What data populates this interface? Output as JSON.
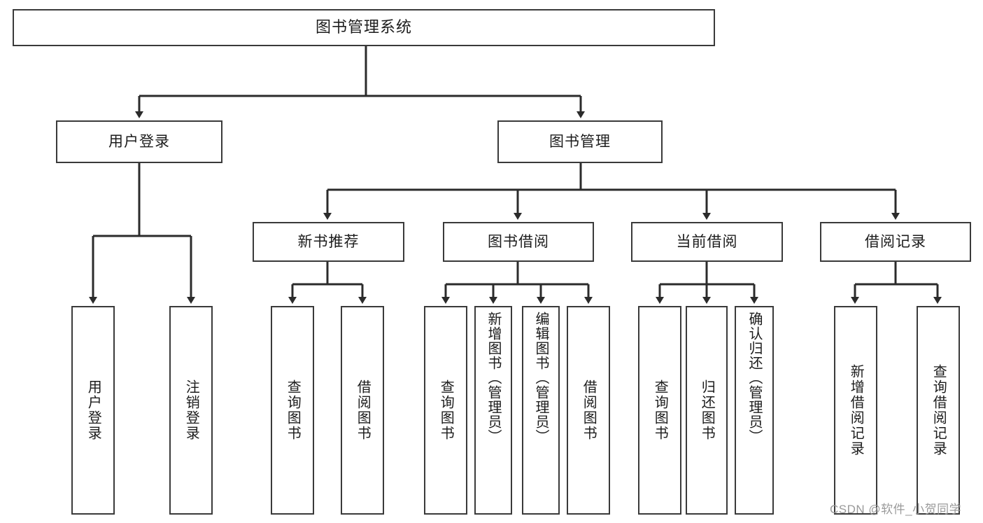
{
  "diagram": {
    "title": "图书管理系统",
    "type": "tree",
    "watermark": "CSDN @软件_小贺同学",
    "colors": {
      "box_border": "#3a3a3a",
      "box_fill": "#ffffff",
      "connector": "#2b2b2b",
      "text": "#1c1c1c",
      "watermark": "#9a9a9a"
    },
    "levels": {
      "root": {
        "label": "图书管理系统"
      },
      "level2": [
        {
          "label": "用户登录"
        },
        {
          "label": "图书管理"
        }
      ],
      "level3": [
        {
          "label": "新书推荐"
        },
        {
          "label": "图书借阅"
        },
        {
          "label": "当前借阅"
        },
        {
          "label": "借阅记录"
        }
      ],
      "leaves_user_login": [
        {
          "label": "用户登录"
        },
        {
          "label": "注销登录"
        }
      ],
      "leaves_new_book": [
        {
          "label": "查询图书"
        },
        {
          "label": "借阅图书"
        }
      ],
      "leaves_borrow": [
        {
          "label": "查询图书"
        },
        {
          "label": "新增图书（管理员）"
        },
        {
          "label": "编辑图书（管理员）"
        },
        {
          "label": "借阅图书"
        }
      ],
      "leaves_current": [
        {
          "label": "查询图书"
        },
        {
          "label": "归还图书"
        },
        {
          "label": "确认归还（管理员）"
        }
      ],
      "leaves_records": [
        {
          "label": "新增借阅记录"
        },
        {
          "label": "查询借阅记录"
        }
      ]
    }
  }
}
